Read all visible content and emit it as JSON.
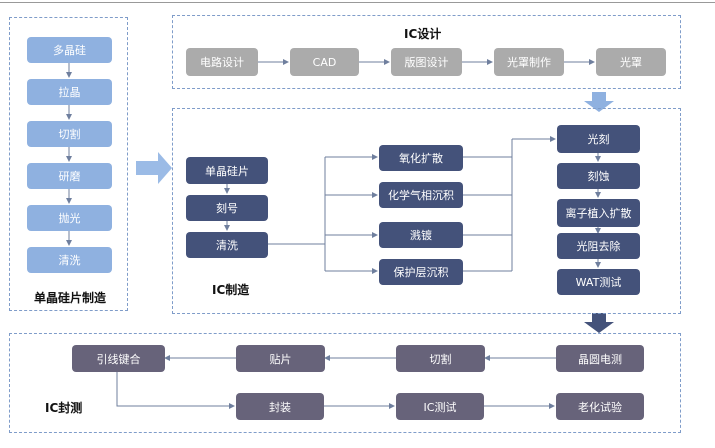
{
  "wafer": {
    "title": "单晶硅片制造",
    "steps": [
      "多晶硅",
      "拉晶",
      "切割",
      "研磨",
      "抛光",
      "清洗"
    ]
  },
  "design": {
    "title": "IC设计",
    "steps": [
      "电路设计",
      "CAD",
      "版图设计",
      "光罩制作",
      "光罩"
    ]
  },
  "fab": {
    "title": "IC制造",
    "left": [
      "单晶硅片",
      "刻号",
      "清洗"
    ],
    "middle": [
      "氧化扩散",
      "化学气相沉积",
      "溅镀",
      "保护层沉积"
    ],
    "right": [
      "光刻",
      "刻蚀",
      "离子植入扩散",
      "光阻去除",
      "WAT测试"
    ]
  },
  "packaging": {
    "title": "IC封测",
    "row1": [
      "晶圆电测",
      "切割",
      "贴片",
      "引线键合"
    ],
    "row2": [
      "封装",
      "IC测试",
      "老化试验"
    ]
  }
}
